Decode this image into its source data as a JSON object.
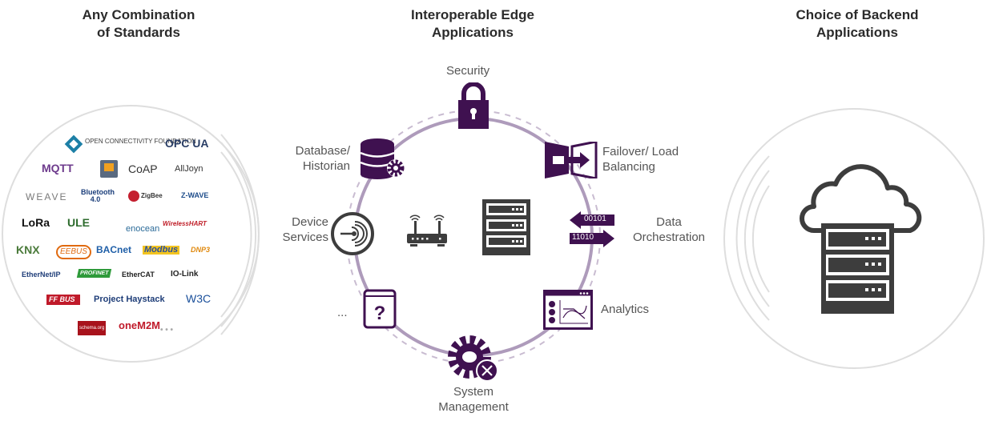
{
  "colors": {
    "accent": "#3f1150",
    "ring": "#b9a6c4",
    "gray_icon": "#3d3d3d",
    "circle_stroke": "#dddddd"
  },
  "columns": [
    {
      "title_line1": "Any Combination",
      "title_line2": "of Standards"
    },
    {
      "title_line1": "Interoperable Edge",
      "title_line2": "Applications"
    },
    {
      "title_line1": "Choice of Backend",
      "title_line2": "Applications"
    }
  ],
  "standards": [
    {
      "name": "OPEN CONNECTIVITY FOUNDATION",
      "color": "#1c7fa6"
    },
    {
      "name": "OPC UA",
      "color": "#2a3e66"
    },
    {
      "name": "MQTT",
      "color": "#6d3a8c"
    },
    {
      "name": "CoAP",
      "color": "#333333"
    },
    {
      "name": "AllJoyn",
      "color": "#333333"
    },
    {
      "name": "WEAVE",
      "color": "#7a7a7a"
    },
    {
      "name": "Bluetooth 4.0",
      "color": "#1a3d7a"
    },
    {
      "name": "ZigBee",
      "color": "#c41f2f"
    },
    {
      "name": "Z-WAVE",
      "color": "#1d4c8a"
    },
    {
      "name": "LoRa",
      "color": "#111111"
    },
    {
      "name": "ULE",
      "color": "#2d6b2d"
    },
    {
      "name": "enocean",
      "color": "#2a6a98"
    },
    {
      "name": "WirelessHART",
      "color": "#c0202a"
    },
    {
      "name": "KNX",
      "color": "#4a7a3a"
    },
    {
      "name": "EEBUS",
      "color": "#e06a10"
    },
    {
      "name": "BACnet",
      "color": "#1f5fa8"
    },
    {
      "name": "Modbus",
      "color": "#2a4f9a"
    },
    {
      "name": "DNP3",
      "color": "#e08a10"
    },
    {
      "name": "EtherNet/IP",
      "color": "#1e3d78"
    },
    {
      "name": "PROFINET",
      "color": "#2e9a3a"
    },
    {
      "name": "EtherCAT",
      "color": "#222222"
    },
    {
      "name": "IO-Link",
      "color": "#222222"
    },
    {
      "name": "FF BUS",
      "color": "#c01a2a"
    },
    {
      "name": "Project Haystack",
      "color": "#1e3d78"
    },
    {
      "name": "W3C",
      "color": "#1a4f9a"
    },
    {
      "name": "schema.org",
      "color": "#ffffff"
    },
    {
      "name": "oneM2M",
      "color": "#c01a2a"
    },
    {
      "name": "• • •",
      "color": "#aaaaaa"
    }
  ],
  "edge_apps": {
    "security": "Security",
    "database_line1": "Database/",
    "database_line2": "Historian",
    "failover_line1": "Failover/ Load",
    "failover_line2": "Balancing",
    "device_line1": "Device",
    "device_line2": "Services",
    "data_line1": "Data",
    "data_line2": "Orchestration",
    "data_bits_left": "00101",
    "data_bits_right": "11010",
    "more": "...",
    "analytics": "Analytics",
    "system_line1": "System",
    "system_line2": "Management"
  }
}
